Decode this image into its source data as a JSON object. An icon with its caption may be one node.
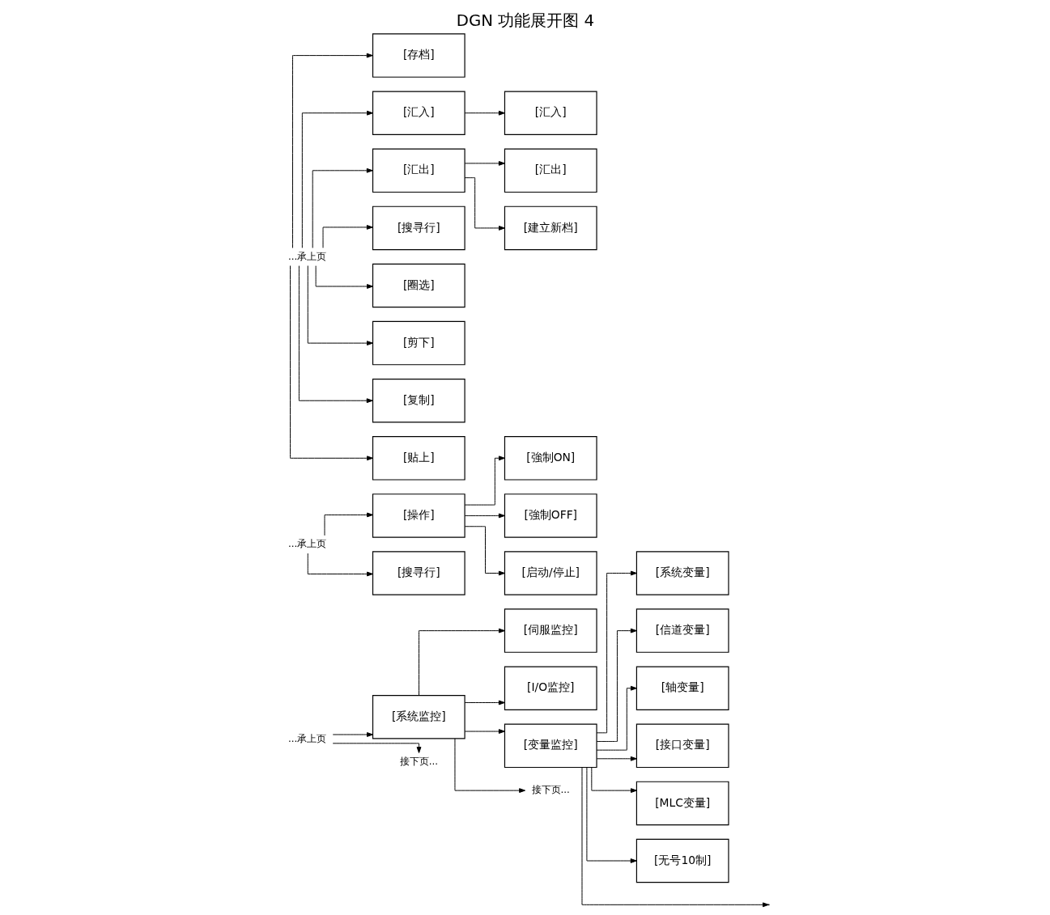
{
  "diagram": {
    "title": "DGN 功能展开图 4",
    "nodes": [
      {
        "text": [
          "...承上页"
        ]
      },
      {
        "text": [
          "...承上页"
        ]
      },
      {
        "text": [
          "...承上页"
        ]
      },
      {
        "text": [
          "[操作]"
        ]
      },
      {
        "text": [
          "[搜寻行]"
        ]
      },
      {
        "text": [
          "[強制ON]"
        ]
      },
      {
        "text": [
          "[強制OFF]"
        ]
      },
      {
        "text": [
          "[启动/停止]"
        ]
      },
      {
        "text": [
          "[系统监控]"
        ]
      },
      {
        "text": [
          "[伺服监控]"
        ]
      },
      {
        "text": [
          "[I/O监控]"
        ]
      },
      {
        "text": [
          "[变量监控]"
        ]
      },
      {
        "text": [
          "[系统变量]"
        ]
      },
      {
        "text": [
          "[信道变量]"
        ]
      },
      {
        "text": [
          "[轴变量]"
        ]
      },
      {
        "text": [
          "[接口变量]"
        ]
      },
      {
        "text": [
          "[MLC变量]"
        ]
      },
      {
        "text": [
          "[无号10制]"
        ]
      },
      {
        "text": [
          "[存档]"
        ]
      },
      {
        "text": [
          "[汇入]"
        ]
      },
      {
        "text": [
          "[汇出]"
        ]
      },
      {
        "text": [
          "[搜寻行]"
        ]
      },
      {
        "text": [
          "[圈选]"
        ]
      },
      {
        "text": [
          "[剪下]"
        ]
      },
      {
        "text": [
          "[复制]"
        ]
      },
      {
        "text": [
          "[贴上]"
        ]
      },
      {
        "text": [
          "[汇入]"
        ]
      },
      {
        "text": [
          "[汇出]"
        ]
      },
      {
        "text": [
          "[建立新档]"
        ]
      },
      {
        "text": [
          "接下页..."
        ]
      },
      {
        "text": [
          "接下页..."
        ]
      }
    ],
    "edges": [
      {
        "from": 0,
        "to": 8,
        "arrow": "to"
      },
      {
        "from": 0,
        "to": 29,
        "arrow": "to"
      },
      {
        "from": 1,
        "to": 3,
        "arrow": "to"
      },
      {
        "from": 1,
        "to": 4,
        "arrow": "to"
      },
      {
        "from": 3,
        "to": 5,
        "arrow": "to"
      },
      {
        "from": 3,
        "to": 6,
        "arrow": "to"
      },
      {
        "from": 3,
        "to": 7,
        "arrow": "to"
      },
      {
        "from": 8,
        "to": 9,
        "arrow": "to"
      },
      {
        "from": 8,
        "to": 10,
        "arrow": "to"
      },
      {
        "from": 8,
        "to": 11,
        "arrow": "to"
      },
      {
        "from": 8,
        "to": 30,
        "arrow": "to"
      },
      {
        "from": 11,
        "to": 12,
        "arrow": "to"
      },
      {
        "from": 11,
        "to": 13,
        "arrow": "to"
      },
      {
        "from": 11,
        "to": 14,
        "arrow": "to"
      },
      {
        "from": 11,
        "to": 15,
        "arrow": "to"
      },
      {
        "from": 11,
        "to": 16,
        "arrow": "to"
      },
      {
        "from": 11,
        "to": 17,
        "arrow": "to"
      },
      {
        "from": 11,
        "to": null,
        "arrow": "to"
      },
      {
        "from": 2,
        "to": 18,
        "arrow": "to"
      },
      {
        "from": 2,
        "to": 19,
        "arrow": "to"
      },
      {
        "from": 2,
        "to": 20,
        "arrow": "to"
      },
      {
        "from": 2,
        "to": 21,
        "arrow": "to"
      },
      {
        "from": 2,
        "to": 22,
        "arrow": "to"
      },
      {
        "from": 2,
        "to": 23,
        "arrow": "to"
      },
      {
        "from": 2,
        "to": 24,
        "arrow": "to"
      },
      {
        "from": 2,
        "to": 25,
        "arrow": "to"
      },
      {
        "from": 19,
        "to": 26,
        "arrow": "to"
      },
      {
        "from": 20,
        "to": 27,
        "arrow": "to"
      },
      {
        "from": 20,
        "to": 28,
        "arrow": "to"
      }
    ]
  }
}
